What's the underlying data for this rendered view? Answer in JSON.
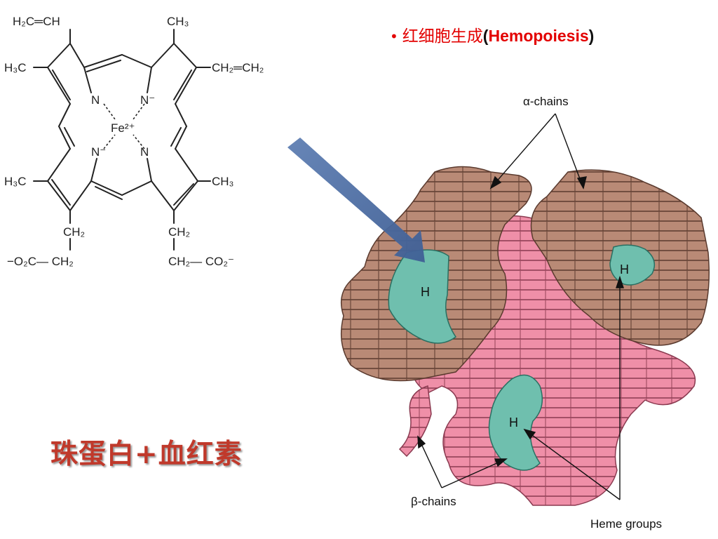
{
  "title": {
    "bullet": "•",
    "chinese": "红细胞生成",
    "open_paren": "(",
    "latin": "Hemopoiesis",
    "close_paren": ")"
  },
  "bottom_label": {
    "part1": "珠蛋白",
    "plus": "+",
    "part2": "血红素"
  },
  "heme_structure": {
    "vinyl_top_left": "H₂C═CH",
    "methyl_top_right": "CH₃",
    "methyl_left_top": "H₃C",
    "vinyl_right": "CH₂═CH₂",
    "n_top_left": "N",
    "n_top_right": "N⁻",
    "iron": "Fe²⁺",
    "n_bottom_left": "N⁻",
    "n_bottom_right": "N",
    "methyl_left_bottom": "H₃C",
    "methyl_right_bottom": "CH₃",
    "ch2_left": "CH₂",
    "ch2_right": "CH₂",
    "carboxylate_left": "−O₂C— CH₂",
    "carboxylate_right": "CH₂— CO₂⁻"
  },
  "hemoglobin_labels": {
    "alpha_chains": "α-chains",
    "beta_chains": "β-chains",
    "heme_groups": "Heme groups",
    "heme_marker": "H"
  },
  "colors": {
    "title_red": "#e30000",
    "alpha_brown": "#b98a76",
    "beta_pink": "#ef8fa8",
    "heme_teal": "#6fbfae",
    "arrow_blue": "#5f7fb3",
    "bottom_label_red": "#c0392b"
  }
}
